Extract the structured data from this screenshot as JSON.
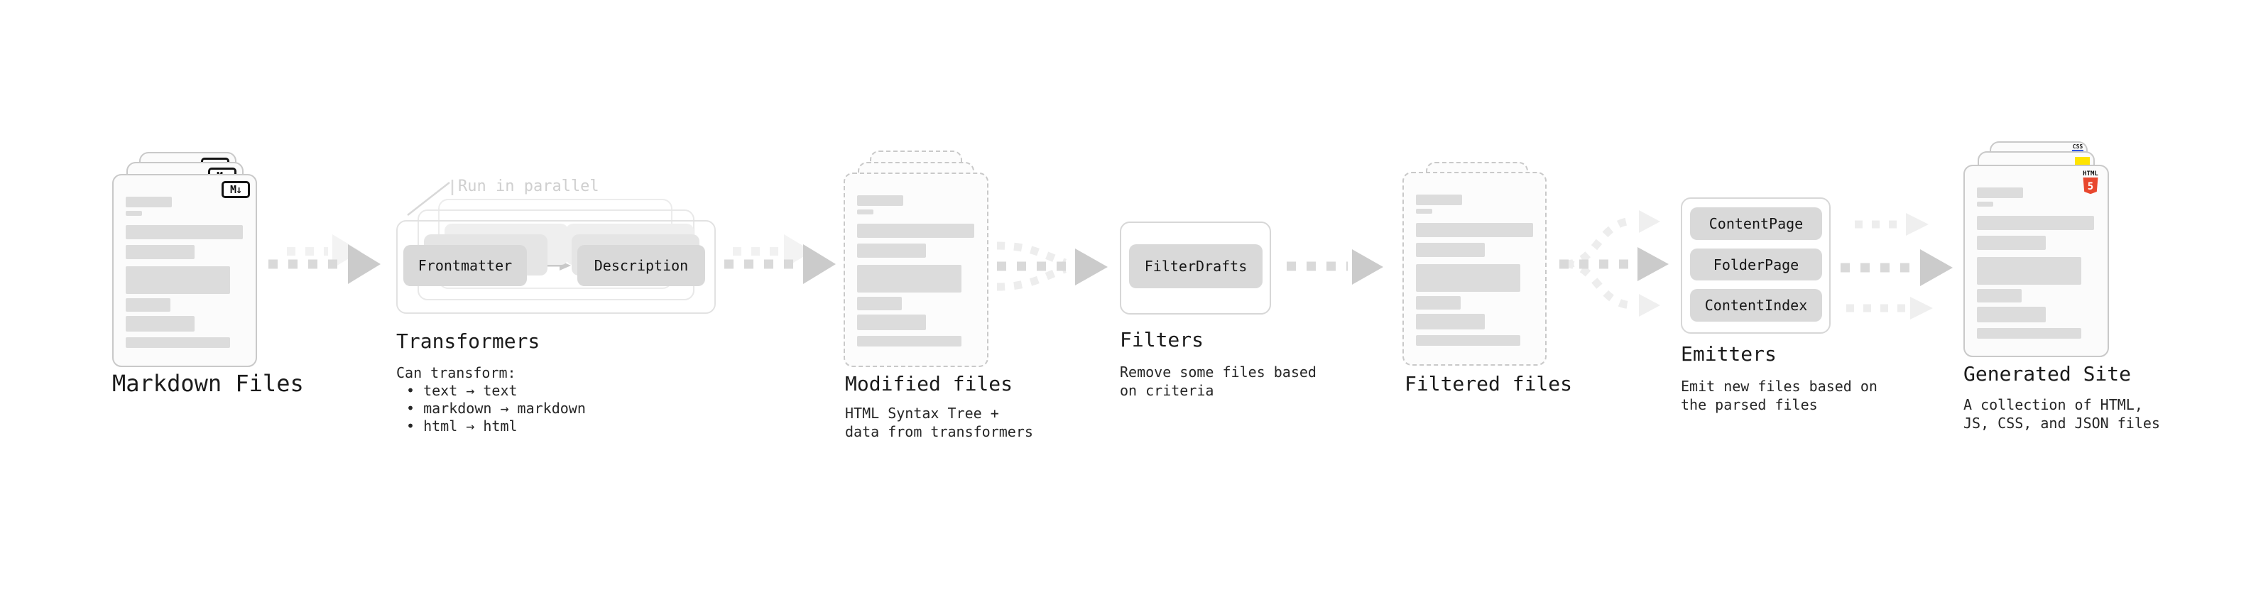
{
  "diagram": {
    "markdown": {
      "label": "Markdown Files",
      "badge": "M↓"
    },
    "transformers": {
      "annotation": "Run in parallel",
      "pill_left": "Frontmatter",
      "pill_right": "Description",
      "label": "Transformers",
      "subtitle": "Can transform:",
      "bullets": [
        "• text → text",
        "• markdown → markdown",
        "• html → html"
      ]
    },
    "modified": {
      "label": "Modified files",
      "subtitle_line1": "HTML Syntax Tree +",
      "subtitle_line2": "data from transformers"
    },
    "filters": {
      "pill": "FilterDrafts",
      "label": "Filters",
      "subtitle_line1": "Remove some files based",
      "subtitle_line2": "on criteria"
    },
    "filtered": {
      "label": "Filtered files"
    },
    "emitters": {
      "pills": [
        "ContentPage",
        "FolderPage",
        "ContentIndex"
      ],
      "label": "Emitters",
      "subtitle_line1": "Emit new files based on",
      "subtitle_line2": "the parsed files"
    },
    "generated": {
      "label": "Generated Site",
      "subtitle_line1": "A collection of HTML,",
      "subtitle_line2": "JS, CSS, and JSON files",
      "css_badge": "CSS",
      "html_badge_label": "HTML",
      "html_badge_number": "5"
    }
  },
  "colors": {
    "html5_orange": "#E8472E",
    "js_yellow": "#FFE400",
    "css_blue": "#2D53E5",
    "pill_gray": "#d9d9d9",
    "arrow_gray": "#d9d9d9"
  }
}
